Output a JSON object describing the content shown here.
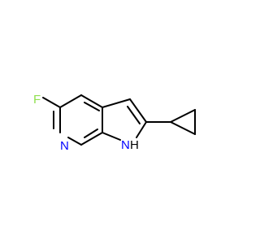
{
  "molecule": {
    "atoms": {
      "fluorine": "F",
      "pyridine_nitrogen": "N",
      "pyrrole_nitrogen": "N",
      "pyrrole_hydrogen": "H"
    },
    "colors": {
      "bond": "#000000",
      "fluorine": "#90e050",
      "nitrogen": "#0000ff",
      "hydrogen": "#000000",
      "background": "#ffffff"
    }
  }
}
